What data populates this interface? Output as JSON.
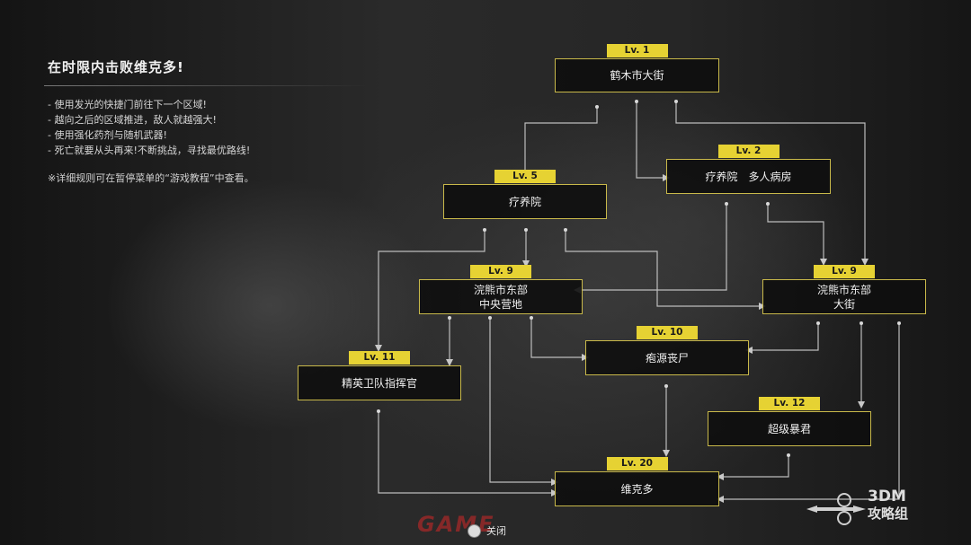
{
  "panel": {
    "title": "在时限内击败维克多!",
    "rules": [
      "- 使用发光的快捷门前往下一个区域!",
      "- 越向之后的区域推进，敌人就越强大!",
      "- 使用强化药剂与随机武器!",
      "- 死亡就要从头再来!不断挑战，寻找最优路线!"
    ],
    "note": "※详细规则可在暂停菜单的“游戏教程”中查看。"
  },
  "nodes": [
    {
      "id": "n1",
      "level": "Lv. 1",
      "name": "鹤木市大街"
    },
    {
      "id": "n2",
      "level": "Lv. 2",
      "name": "疗养院　多人病房"
    },
    {
      "id": "n5",
      "level": "Lv. 5",
      "name": "疗养院"
    },
    {
      "id": "n9a",
      "level": "Lv. 9",
      "name": "浣熊市东部\n中央营地"
    },
    {
      "id": "n9b",
      "level": "Lv. 9",
      "name": "浣熊市东部\n大街"
    },
    {
      "id": "n10",
      "level": "Lv. 10",
      "name": "疱源丧尸"
    },
    {
      "id": "n11",
      "level": "Lv. 11",
      "name": "精英卫队指挥官"
    },
    {
      "id": "n12",
      "level": "Lv. 12",
      "name": "超级暴君"
    },
    {
      "id": "n20",
      "level": "Lv. 20",
      "name": "维克多"
    }
  ],
  "footer": {
    "close_label": "关闭"
  },
  "watermarks": {
    "game": "GAME",
    "site_top": "3DM",
    "site_bottom": "攻略组"
  },
  "colors": {
    "accent": "#e6d233",
    "border": "#c9b94a",
    "link": "#c8c8c8"
  }
}
